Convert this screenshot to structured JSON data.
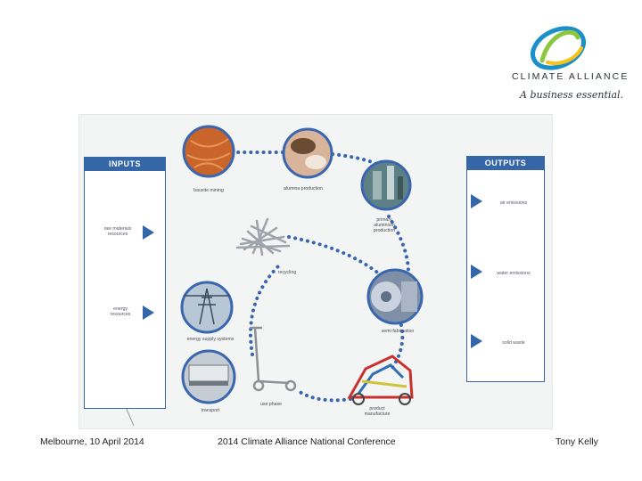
{
  "logo": {
    "name": "CLIMATE ALLIANCE",
    "tagline": "A business essential."
  },
  "inputs": {
    "title": "INPUTS",
    "items": [
      "raw materials resources",
      "energy resources"
    ]
  },
  "outputs": {
    "title": "OUTPUTS",
    "items": [
      "air emissions",
      "water emissions",
      "solid waste"
    ]
  },
  "stages": [
    "bauxite mining",
    "alumina production",
    "primary aluminium production",
    "semi-fabrication",
    "product manufacture",
    "use phase",
    "recycling",
    "energy supply systems",
    "transport"
  ],
  "colors": {
    "accent": "#3566a8",
    "dots": "#3a66b0"
  },
  "footer": {
    "left": "Melbourne, 10 April 2014",
    "center": "2014 Climate Alliance National Conference",
    "right": "Tony Kelly"
  }
}
